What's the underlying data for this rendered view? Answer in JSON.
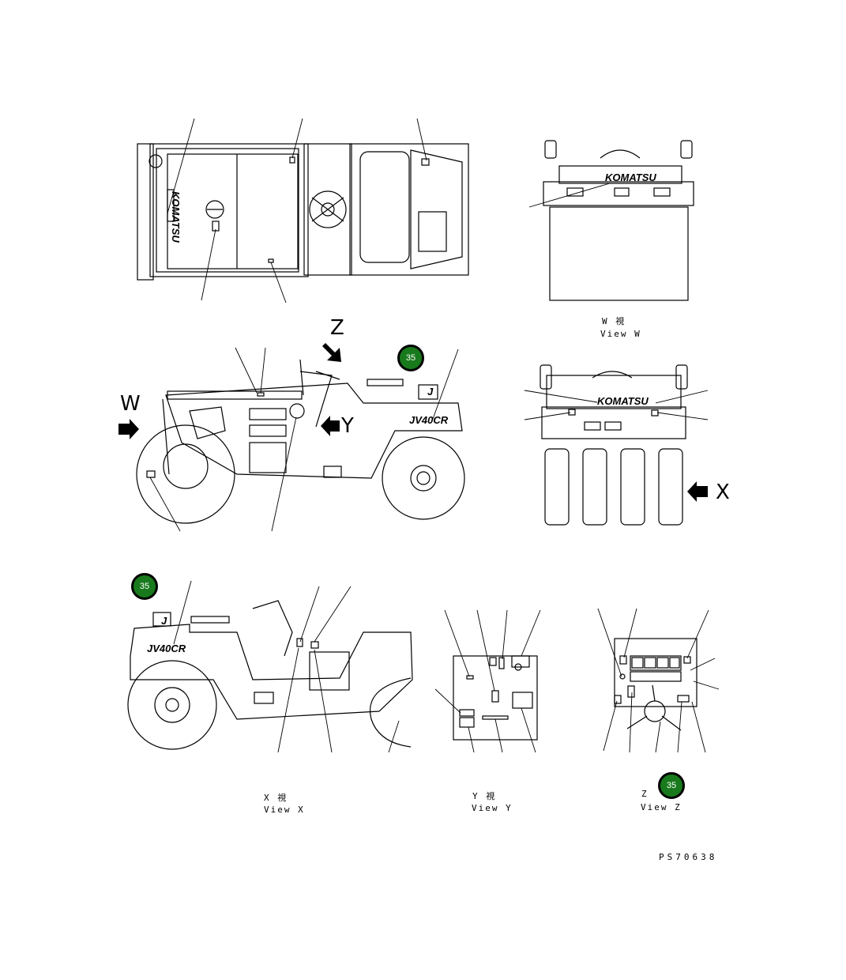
{
  "callouts": [
    {
      "label": "35"
    },
    {
      "label": "35"
    },
    {
      "label": "35"
    }
  ],
  "view_letters": {
    "w": "W",
    "z": "Z",
    "y": "Y",
    "x": "X"
  },
  "captions": {
    "view_w_jp": "W 視",
    "view_w_en": "View W",
    "view_x_jp": "X 視",
    "view_x_en": "View X",
    "view_y_jp": "Y 視",
    "view_y_en": "View Y",
    "view_z_jp": "Z",
    "view_z_en": "View Z"
  },
  "model_label": "JV40CR",
  "part_code": "PS70638",
  "colors": {
    "callout_fill": "#187a1c",
    "line": "#000000"
  }
}
